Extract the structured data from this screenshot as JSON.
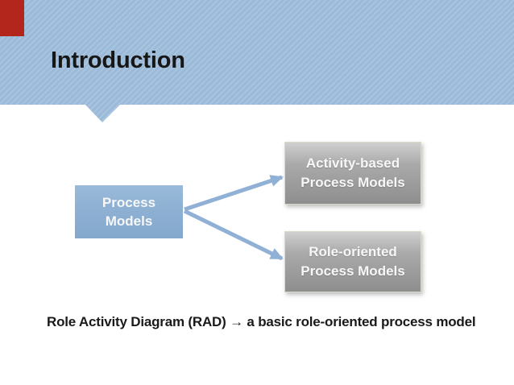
{
  "slide": {
    "title": "Introduction",
    "caption": "Role Activity Diagram (RAD) → a basic role-oriented process model"
  },
  "diagram": {
    "root_box": {
      "lines": [
        "Process",
        "Models"
      ]
    },
    "branch_boxes": [
      {
        "lines": [
          "Activity-based",
          "Process Models"
        ]
      },
      {
        "lines": [
          "Role-oriented",
          "Process Models"
        ]
      }
    ]
  },
  "colors": {
    "header_stripe_light": "#a8c4e0",
    "header_stripe_dark": "#9abad7",
    "accent_red": "#b3261b",
    "root_box_fill": "#8db0d3",
    "branch_box_top": "#d0d0d0",
    "branch_box_bottom": "#8e8e8e",
    "arrow_blue": "#90b0d5",
    "title_text": "#171717",
    "box_text": "#f7f7f7",
    "caption_text": "#1a1a1a"
  }
}
